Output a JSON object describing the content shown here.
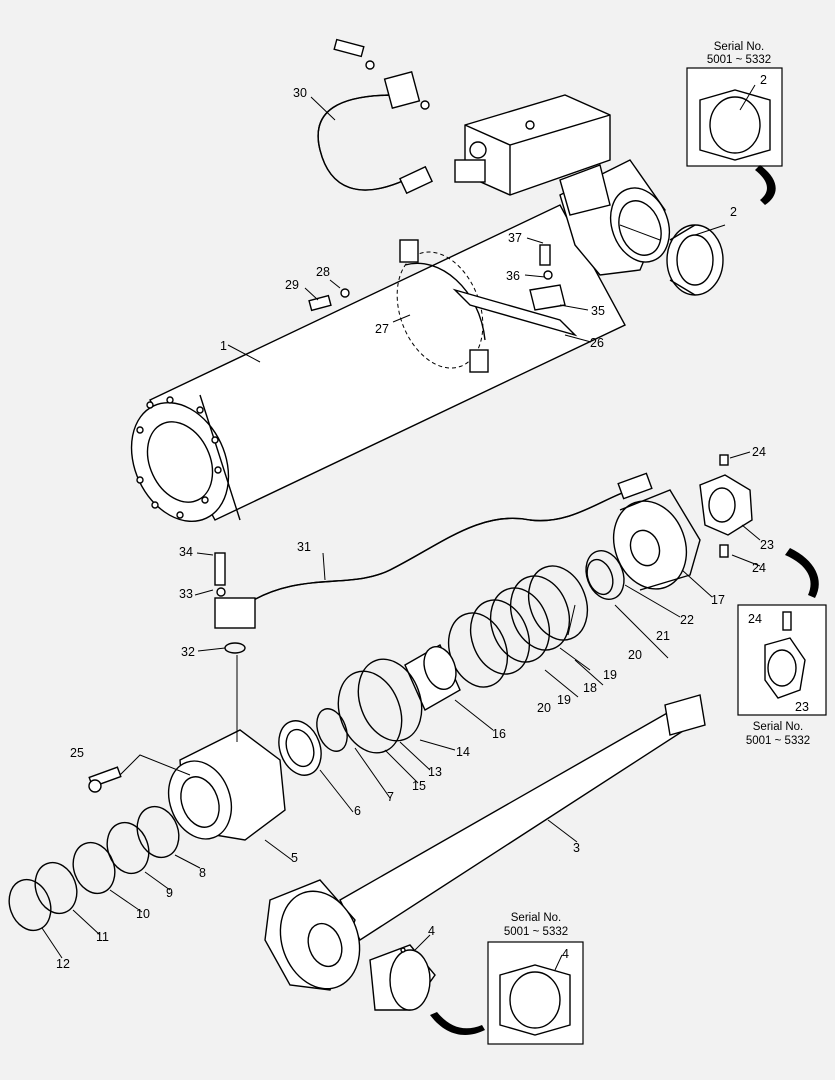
{
  "serial_boxes": [
    {
      "line1": "Serial No.",
      "line2": "5001 ~ 5332"
    },
    {
      "line1": "Serial No.",
      "line2": "5001 ~ 5332"
    },
    {
      "line1": "Serial No.",
      "line2": "5001 ~ 5332"
    }
  ],
  "callouts": {
    "p1": "1",
    "p2a": "2",
    "p2b": "2",
    "p3": "3",
    "p4a": "4",
    "p4b": "4",
    "p5": "5",
    "p6": "6",
    "p7": "7",
    "p8": "8",
    "p9": "9",
    "p10": "10",
    "p11": "11",
    "p12": "12",
    "p13": "13",
    "p14": "14",
    "p15": "15",
    "p16": "16",
    "p17": "17",
    "p18": "18",
    "p19a": "19",
    "p19b": "19",
    "p20a": "20",
    "p20b": "20",
    "p21": "21",
    "p22": "22",
    "p23a": "23",
    "p23b": "23",
    "p24a": "24",
    "p24b": "24",
    "p24c": "24",
    "p25": "25",
    "p26": "26",
    "p27": "27",
    "p28": "28",
    "p29": "29",
    "p30": "30",
    "p31": "31",
    "p32": "32",
    "p33": "33",
    "p34": "34",
    "p35": "35",
    "p36": "36",
    "p37": "37"
  }
}
